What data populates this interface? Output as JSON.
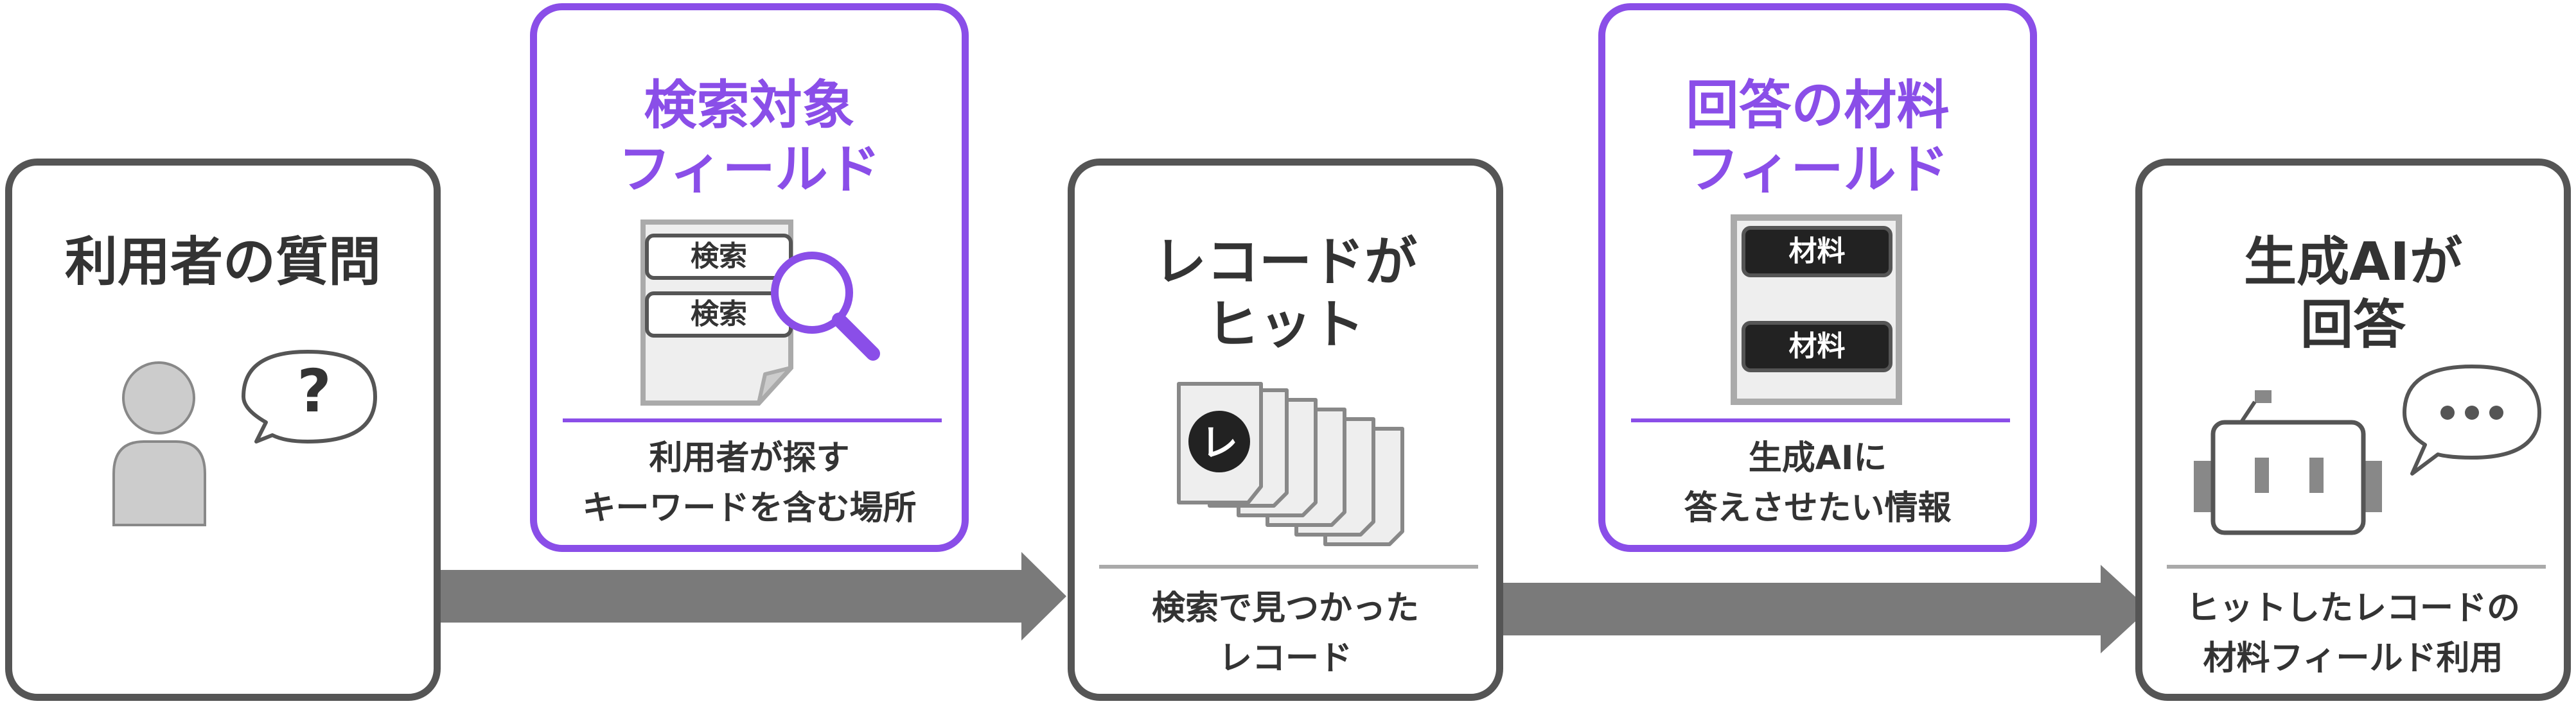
{
  "step1": {
    "title_line1": "利用者の質問",
    "question_mark": "?"
  },
  "search_fields": {
    "title_line1": "検索対象",
    "title_line2": "フィールド",
    "tag1": "検索",
    "tag2": "検索",
    "caption_line1": "利用者が探す",
    "caption_line2": "キーワードを含む場所"
  },
  "step2": {
    "title_line1": "レコードが",
    "title_line2": "ヒット",
    "doc_letter": "レ",
    "caption_line1": "検索で見つかった",
    "caption_line2": "レコード"
  },
  "material_fields": {
    "title_line1": "回答の材料",
    "title_line2": "フィールド",
    "tag1": "材料",
    "tag2": "材料",
    "caption_line1": "生成AIに",
    "caption_line2": "答えさせたい情報"
  },
  "step3": {
    "title_line1": "生成AIが",
    "title_line2": "回答",
    "caption_line1": "ヒットしたレコードの",
    "caption_line2": "材料フィールド利用"
  },
  "colors": {
    "accent": "#8a4ee8",
    "border": "#555555",
    "arrow": "#7a7a7a"
  }
}
